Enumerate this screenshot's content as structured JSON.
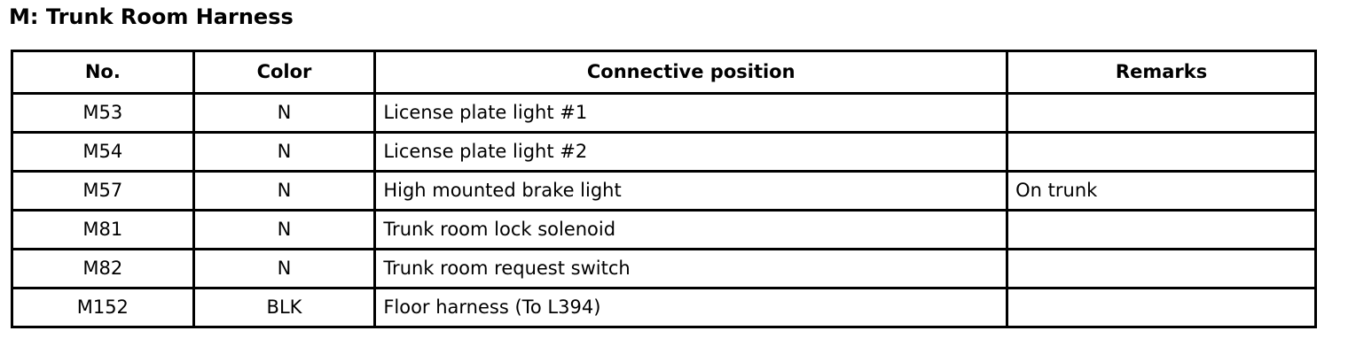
{
  "document": {
    "title": "M: Trunk Room Harness"
  },
  "table": {
    "columns": [
      {
        "key": "no",
        "label": "No."
      },
      {
        "key": "color",
        "label": "Color"
      },
      {
        "key": "position",
        "label": "Connective position"
      },
      {
        "key": "remarks",
        "label": "Remarks"
      }
    ],
    "rows": [
      {
        "no": "M53",
        "color": "N",
        "position": "License plate light #1",
        "remarks": ""
      },
      {
        "no": "M54",
        "color": "N",
        "position": "License plate light #2",
        "remarks": ""
      },
      {
        "no": "M57",
        "color": "N",
        "position": "High mounted brake light",
        "remarks": "On trunk"
      },
      {
        "no": "M81",
        "color": "N",
        "position": "Trunk room lock solenoid",
        "remarks": ""
      },
      {
        "no": "M82",
        "color": "N",
        "position": "Trunk room request switch",
        "remarks": ""
      },
      {
        "no": "M152",
        "color": "BLK",
        "position": "Floor harness (To L394)",
        "remarks": ""
      }
    ]
  },
  "style": {
    "border_color": "#000000",
    "text_color": "#000000",
    "background": "#ffffff"
  }
}
